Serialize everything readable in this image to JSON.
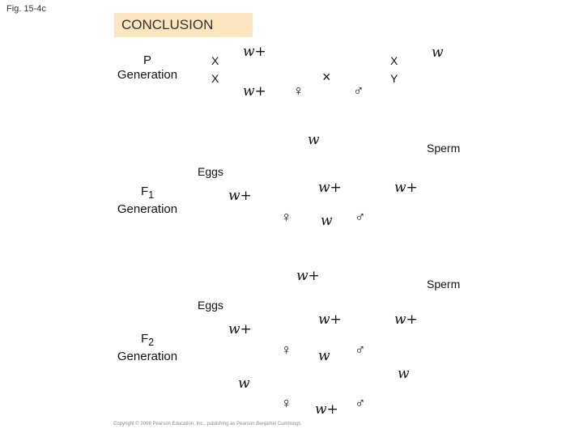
{
  "figure_label": "Fig. 15-4c",
  "heading": "CONCLUSION",
  "p_generation": {
    "label_line1": "P",
    "label_line2": "Generation",
    "female_chromosomes": [
      "X",
      "X"
    ],
    "female_alleles": [
      "w+",
      "w+"
    ],
    "cross_symbol": "×",
    "male_chromosomes": [
      "X",
      "Y"
    ],
    "male_allele": "w",
    "female_symbol": "♀",
    "male_symbol": "♂"
  },
  "f1_generation": {
    "label_line1": "F",
    "label_sub": "1",
    "label_line2": "Generation",
    "eggs_label": "Eggs",
    "sperm_label": "Sperm",
    "sperm_allele": "w",
    "egg_allele": "w+",
    "female_cell_alleles": [
      "w+",
      "w"
    ],
    "male_cell_allele": "w+"
  },
  "f2_generation": {
    "label_line1": "F",
    "label_sub": "2",
    "label_line2": "Generation",
    "eggs_label": "Eggs",
    "sperm_label": "Sperm",
    "sperm_allele": "w+",
    "egg_alleles": [
      "w+",
      "w"
    ],
    "cells": {
      "r1c1": [
        "w+",
        "w"
      ],
      "r1c2": "w+",
      "r2c1": "w+",
      "r2c2": "w"
    }
  },
  "colors": {
    "x_chromosome": "#e8352b",
    "y_chromosome": "#1f8fd6",
    "heading_bg": "#fbe6bf"
  },
  "copyright": "Copyright © 2008 Pearson Education, Inc., publishing as Pearson Benjamin Cummings."
}
